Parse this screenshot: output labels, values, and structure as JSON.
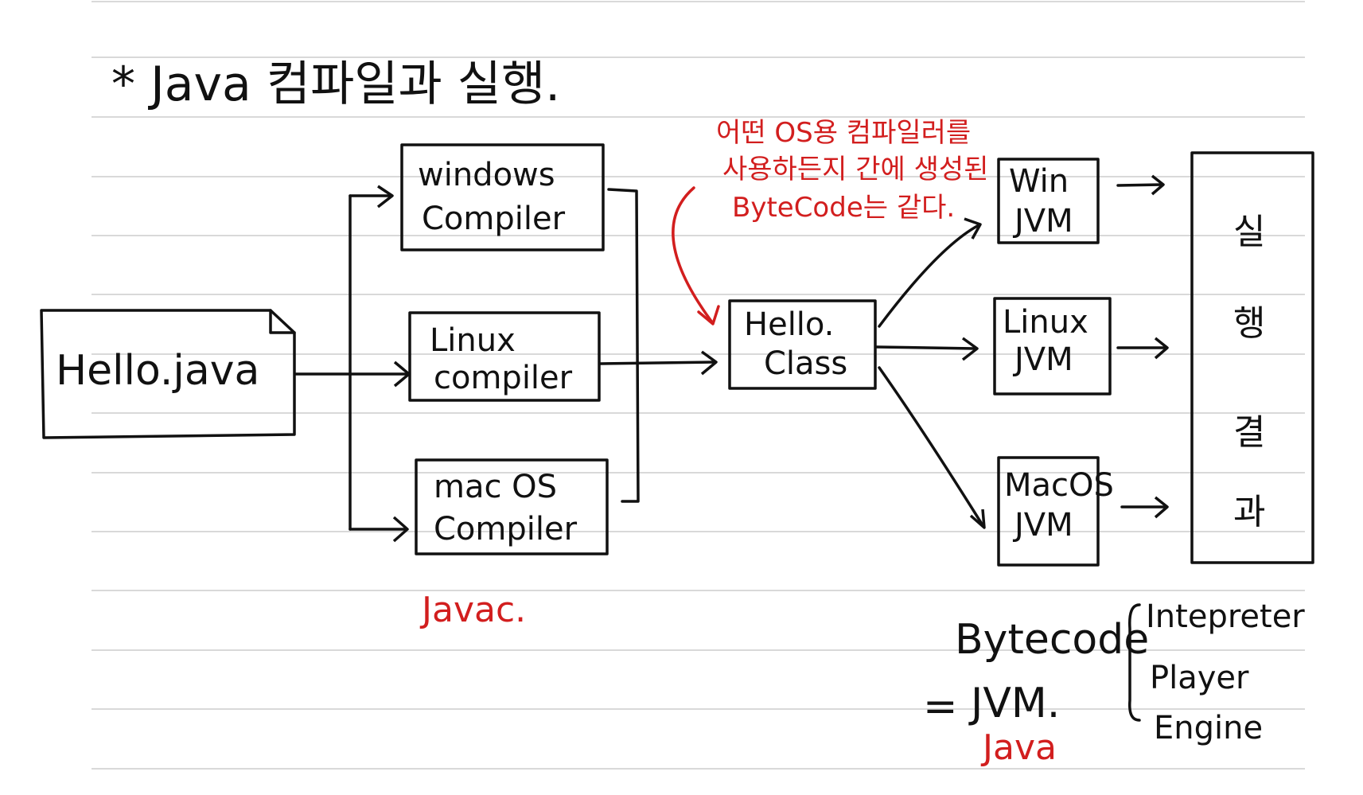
{
  "title": "* Java 컴파일과 실행.",
  "source_file": "Hello.java",
  "compilers": [
    {
      "line1": "windows",
      "line2": "Compiler"
    },
    {
      "line1": "Linux",
      "line2": "compiler"
    },
    {
      "line1": "mac OS",
      "line2": "Compiler"
    }
  ],
  "compiler_group_label": "Javac.",
  "class_file": {
    "line1": "Hello.",
    "line2": "Class"
  },
  "note": {
    "line1": "어떤 OS용 컴파일러를",
    "line2": "사용하든지 간에 생성된",
    "line3": "ByteCode는 같다."
  },
  "jvms": [
    {
      "line1": "Win",
      "line2": "JVM"
    },
    {
      "line1": "Linux",
      "line2": "JVM"
    },
    {
      "line1": "MacOS",
      "line2": "JVM"
    }
  ],
  "result_chars": [
    "실",
    "행",
    "결",
    "과"
  ],
  "bytecode_block": {
    "bytecode": "Bytecode",
    "equals": "=",
    "jvm": "JVM.",
    "java": "Java",
    "roles": [
      "Intepreter",
      "Player",
      "Engine"
    ]
  },
  "colors": {
    "ink": "#111111",
    "accent": "#d21e1e",
    "rule": "#d9d9d9"
  }
}
